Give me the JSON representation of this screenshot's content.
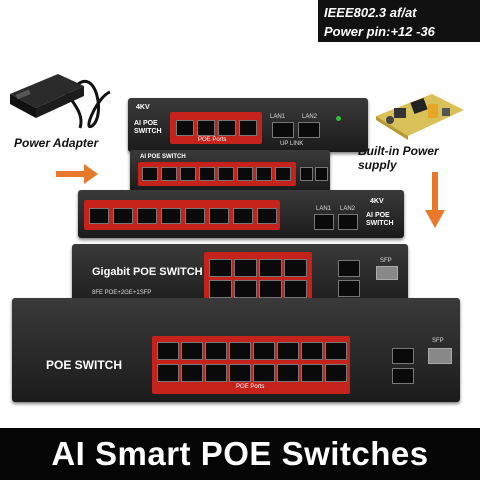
{
  "spec": {
    "line1": "IEEE802.3  af/at",
    "line2": "Power pin:+12  -36"
  },
  "captions": {
    "adapter": "Power Adapter",
    "builtin": "Built-in Power supply"
  },
  "devices": {
    "d1": {
      "brand": "AI POE SWITCH",
      "rating": "4KV",
      "ports_label": "POE Ports",
      "uplink_label": "UP LINK",
      "lan1": "LAN1",
      "lan2": "LAN2"
    },
    "d2": {
      "brand": "AI POE SWITCH"
    },
    "d3": {
      "brand": "AI POE SWITCH",
      "rating": "4KV",
      "lan1": "LAN1",
      "lan2": "LAN2"
    },
    "d4": {
      "title": "Gigabit POE SWITCH",
      "subtitle": "8FE POE+2GE+1SFP",
      "sfp": "SFP"
    },
    "d5": {
      "title": "POE SWITCH",
      "ports_label": "POE Ports",
      "sfp": "SFP"
    }
  },
  "banner": "AI Smart POE Switches",
  "colors": {
    "accent": "#c4221b",
    "arrow": "#e8792a",
    "banner": "#050505"
  }
}
